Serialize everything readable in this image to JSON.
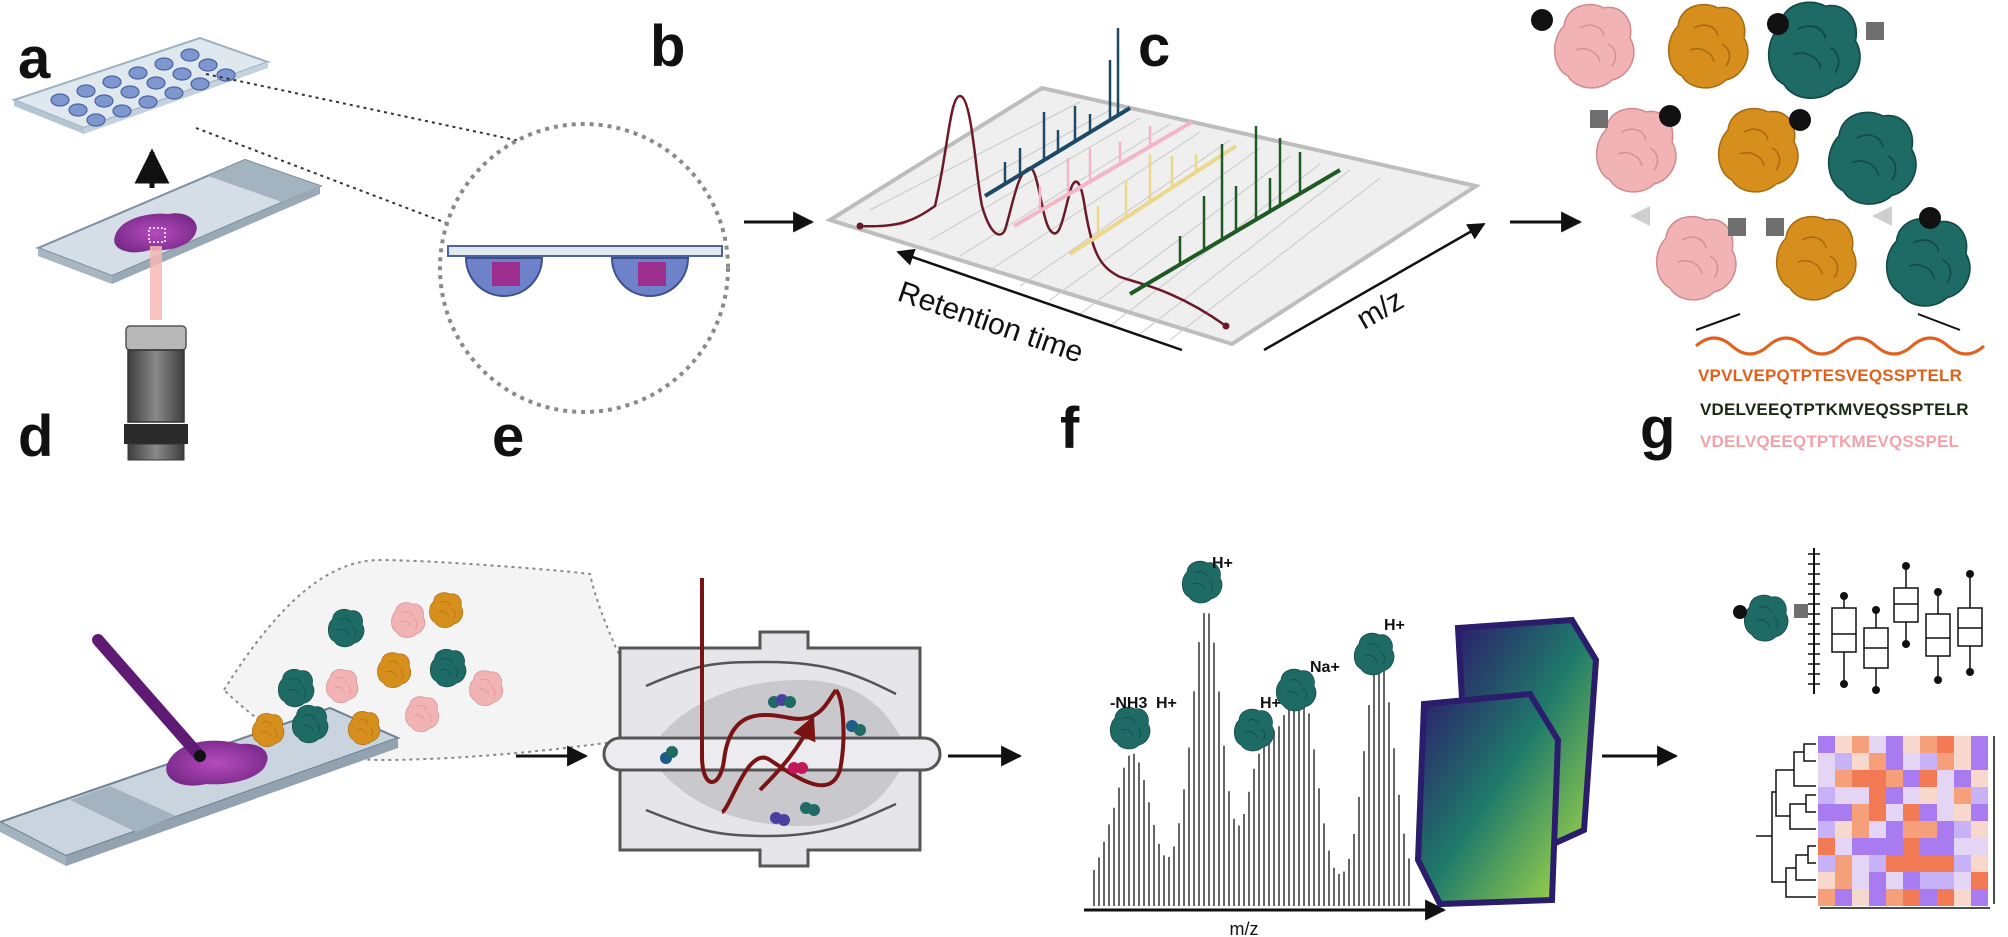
{
  "panels": {
    "a": "a",
    "b": "b",
    "c": "c",
    "d": "d",
    "e": "e",
    "f": "f",
    "g": "g"
  },
  "panel_b": {
    "xaxis": "Retention time",
    "yaxis": "m/z"
  },
  "panel_c": {
    "sequences": [
      {
        "text": "VPVLVEPQTPTESVEQSSPTELR",
        "color": "#e0601c"
      },
      {
        "text": "VDELVEEQTPTKMVEQSSPTELR",
        "color": "#1b2a14"
      },
      {
        "text": "VDELVQEEQTPTKMEVQSSPEL",
        "color": "#f2a3aa"
      }
    ]
  },
  "panel_f": {
    "xaxis": "m/z",
    "adducts": [
      "-NH3",
      "H+",
      "H+",
      "H+",
      "Na+",
      "H+"
    ]
  },
  "colors": {
    "pink": "#f2b3b5",
    "gold": "#d68f1c",
    "teal": "#1e6a64",
    "tissue": "#9b3fa6",
    "peak": "#6b1a2a"
  }
}
